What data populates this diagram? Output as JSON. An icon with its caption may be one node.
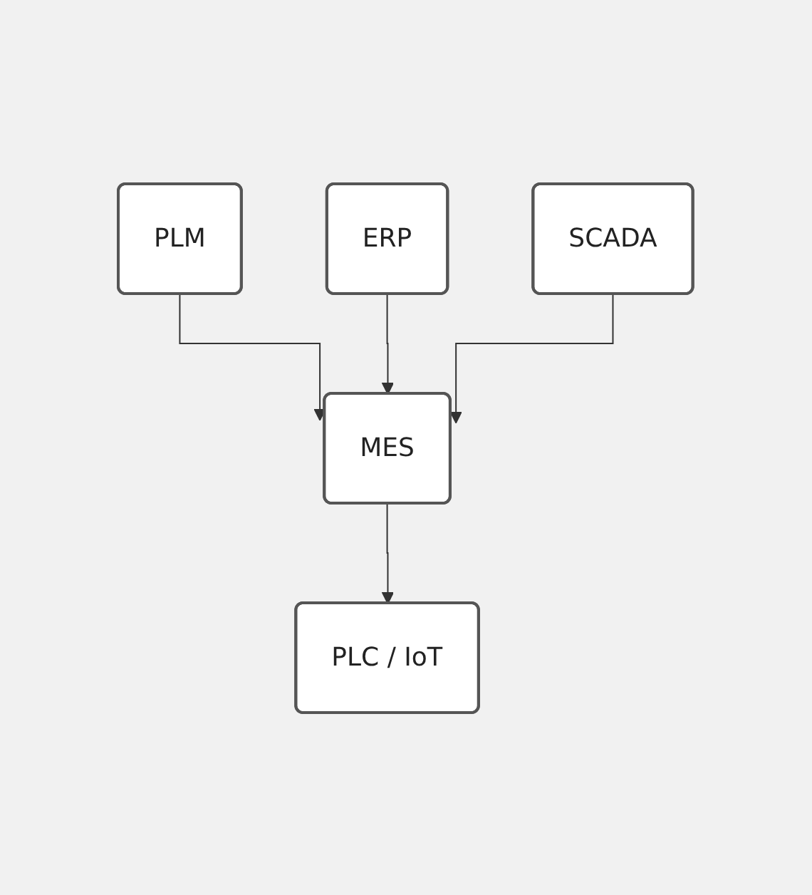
{
  "diagram": {
    "nodes": [
      {
        "text": [
          "PLM"
        ]
      },
      {
        "text": [
          "ERP"
        ]
      },
      {
        "text": [
          "SCADA"
        ]
      },
      {
        "text": [
          "MES"
        ]
      },
      {
        "text": [
          "PLC / IoT"
        ]
      }
    ],
    "edges": [
      {
        "from": 0,
        "to": 3,
        "arrow": "to"
      },
      {
        "from": 1,
        "to": 3,
        "arrow": "to"
      },
      {
        "from": 2,
        "to": 3,
        "arrow": "to"
      },
      {
        "from": 3,
        "to": 4,
        "arrow": "to"
      }
    ]
  }
}
